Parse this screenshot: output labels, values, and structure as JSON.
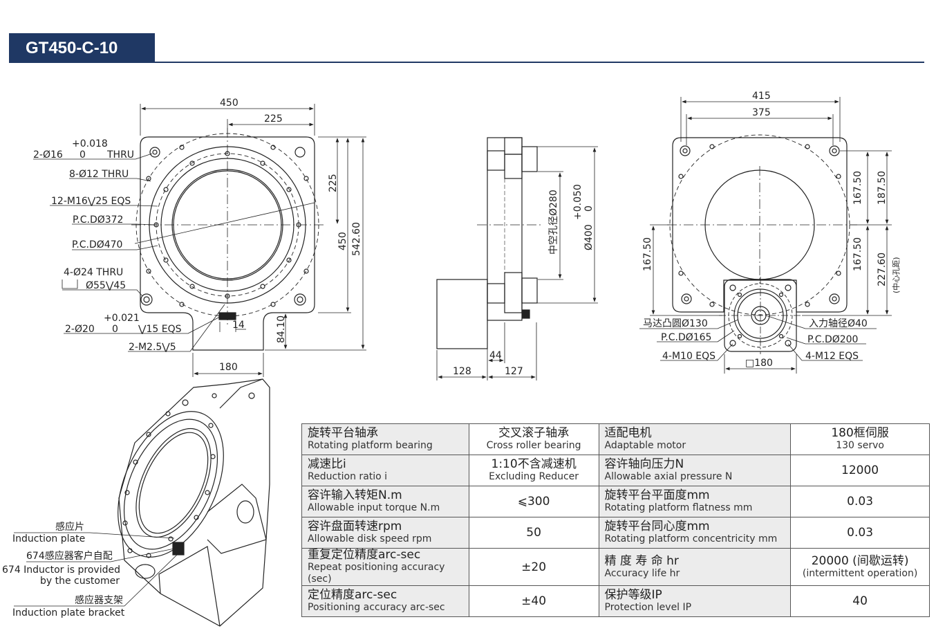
{
  "title": "GT450-C-10",
  "top_view": {
    "dims": {
      "w450": "450",
      "w225": "225",
      "h225": "225",
      "h450": "450",
      "h542": "542.60",
      "w180": "180",
      "h84": "84.10",
      "w14": "14"
    },
    "callouts": {
      "c1_tol": "+0.018",
      "c1_tol0": "0",
      "c1": "2-Ø16",
      "c1_thru": "THRU",
      "c2": "8-Ø12 THRU",
      "c3": "12-M16⋁25 EQS",
      "c4": "P.C.DØ372",
      "c5": "P.C.DØ470",
      "c6a": "4-Ø24 THRU",
      "c6b": "Ø55⋁45",
      "c7_tol": "+0.021",
      "c7_tol0": "0",
      "c7": "2-Ø20",
      "c7_eqs": "⋁15 EQS",
      "c8": "2-M2.5⋁5"
    }
  },
  "side_view": {
    "dims": {
      "d128": "128",
      "d44": "44",
      "d127": "127",
      "bore_lbl": "中空孔径Ø280",
      "tol": "+0.050",
      "tol0": "0",
      "d400": "Ø400"
    }
  },
  "motor_view": {
    "dims": {
      "w415": "415",
      "w375": "375",
      "h167a": "167.50",
      "h187": "187.50",
      "h167b": "167.50",
      "h227": "227.60",
      "h167c": "167.50",
      "center_note": "(中心孔距)",
      "sq180": "□180"
    },
    "callouts": {
      "m1": "马达凸圆Ø130",
      "m2": "P.C.DØ165",
      "m3": "4-M10 EQS",
      "m4": "入力轴径Ø40",
      "m5": "P.C.DØ200",
      "m6": "4-M12 EQS"
    }
  },
  "iso_labels": {
    "l1_zh": "感应片",
    "l1_en": "Induction plate",
    "l2_zh": "674感应器客户自配",
    "l2_en1": "674 Inductor is provided",
    "l2_en2": "by the customer",
    "l3_zh": "感应器支架",
    "l3_en": "Induction plate bracket"
  },
  "spec_table": [
    {
      "l_zh": "旋转平台轴承",
      "l_en": "Rotating platform bearing",
      "v_zh": "交叉滚子轴承",
      "v_en": "Cross roller bearing",
      "r_zh": "适配电机",
      "r_en": "Adaptable motor",
      "rv_zh": "180框伺服",
      "rv_en": "130 servo"
    },
    {
      "l_zh": "减速比i",
      "l_en": "Reduction ratio i",
      "v_zh": "1:10不含减速机",
      "v_en": "Excluding Reducer",
      "r_zh": "容许轴向压力N",
      "r_en": "Allowable axial pressure N",
      "rv_zh": "12000",
      "rv_en": ""
    },
    {
      "l_zh": "容许输入转矩N.m",
      "l_en": "Allowable input torque N.m",
      "v_zh": "⩽300",
      "v_en": "",
      "r_zh": "旋转平台平面度mm",
      "r_en": "Rotating platform flatness mm",
      "rv_zh": "0.03",
      "rv_en": ""
    },
    {
      "l_zh": "容许盘面转速rpm",
      "l_en": "Allowable disk speed rpm",
      "v_zh": "50",
      "v_en": "",
      "r_zh": "旋转平台同心度mm",
      "r_en": "Rotating platform concentricity mm",
      "rv_zh": "0.03",
      "rv_en": ""
    },
    {
      "l_zh": "重复定位精度arc-sec",
      "l_en": "Repeat positioning accuracy (sec)",
      "v_zh": "±20",
      "v_en": "",
      "r_zh": "精 度 寿 命 hr",
      "r_en": "Accuracy life hr",
      "rv_zh": "20000 (间歇运转)",
      "rv_en": "(intermittent operation)"
    },
    {
      "l_zh": "定位精度arc-sec",
      "l_en": "Positioning accuracy arc-sec",
      "v_zh": "±40",
      "v_en": "",
      "r_zh": "保护等级IP",
      "r_en": "Protection level IP",
      "rv_zh": "40",
      "rv_en": ""
    }
  ]
}
